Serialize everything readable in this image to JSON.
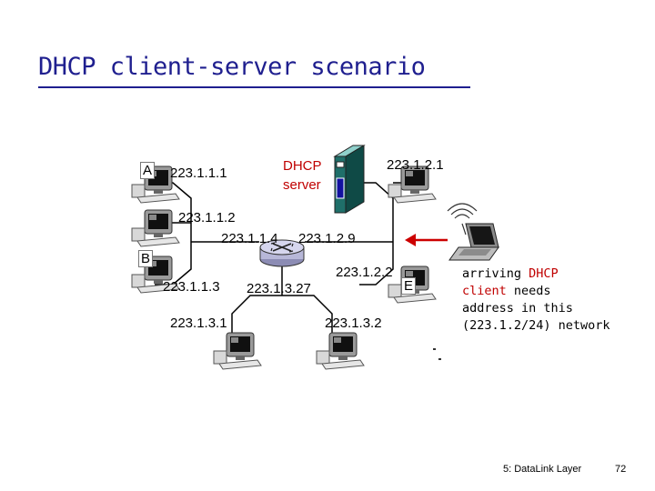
{
  "slide": {
    "title": "DHCP client-server scenario",
    "footer_chapter": "5: DataLink Layer",
    "footer_page": "72"
  },
  "hosts": {
    "A": "A",
    "B": "B",
    "E": "E"
  },
  "server_label": {
    "line1": "DHCP",
    "line2": "server"
  },
  "addresses": {
    "host_a": "223.1.1.1",
    "host_b_upper": "223.1.1.2",
    "router_left": "223.1.1.4",
    "router_right": "223.1.2.9",
    "server": "223.1.2.1",
    "host_b_lower": "223.1.1.3",
    "router_bottom": "223.1.3.27",
    "host_e": "223.1.2.2",
    "bottom_left": "223.1.3.1",
    "bottom_right": "223.1.3.2"
  },
  "note": {
    "word_arriving": "arriving",
    "word_dhcp": "DHCP",
    "word_client": "client",
    "rest_line2": " needs",
    "line3": "address in this",
    "line4": "(223.1.2/24) network"
  },
  "colors": {
    "title": "#1f1f8f",
    "network_lines": "#000000",
    "arrow": "#cc0000",
    "note_highlight": "#c00000",
    "server_body": "#1f6f6a",
    "router": "#b7b7d8"
  }
}
